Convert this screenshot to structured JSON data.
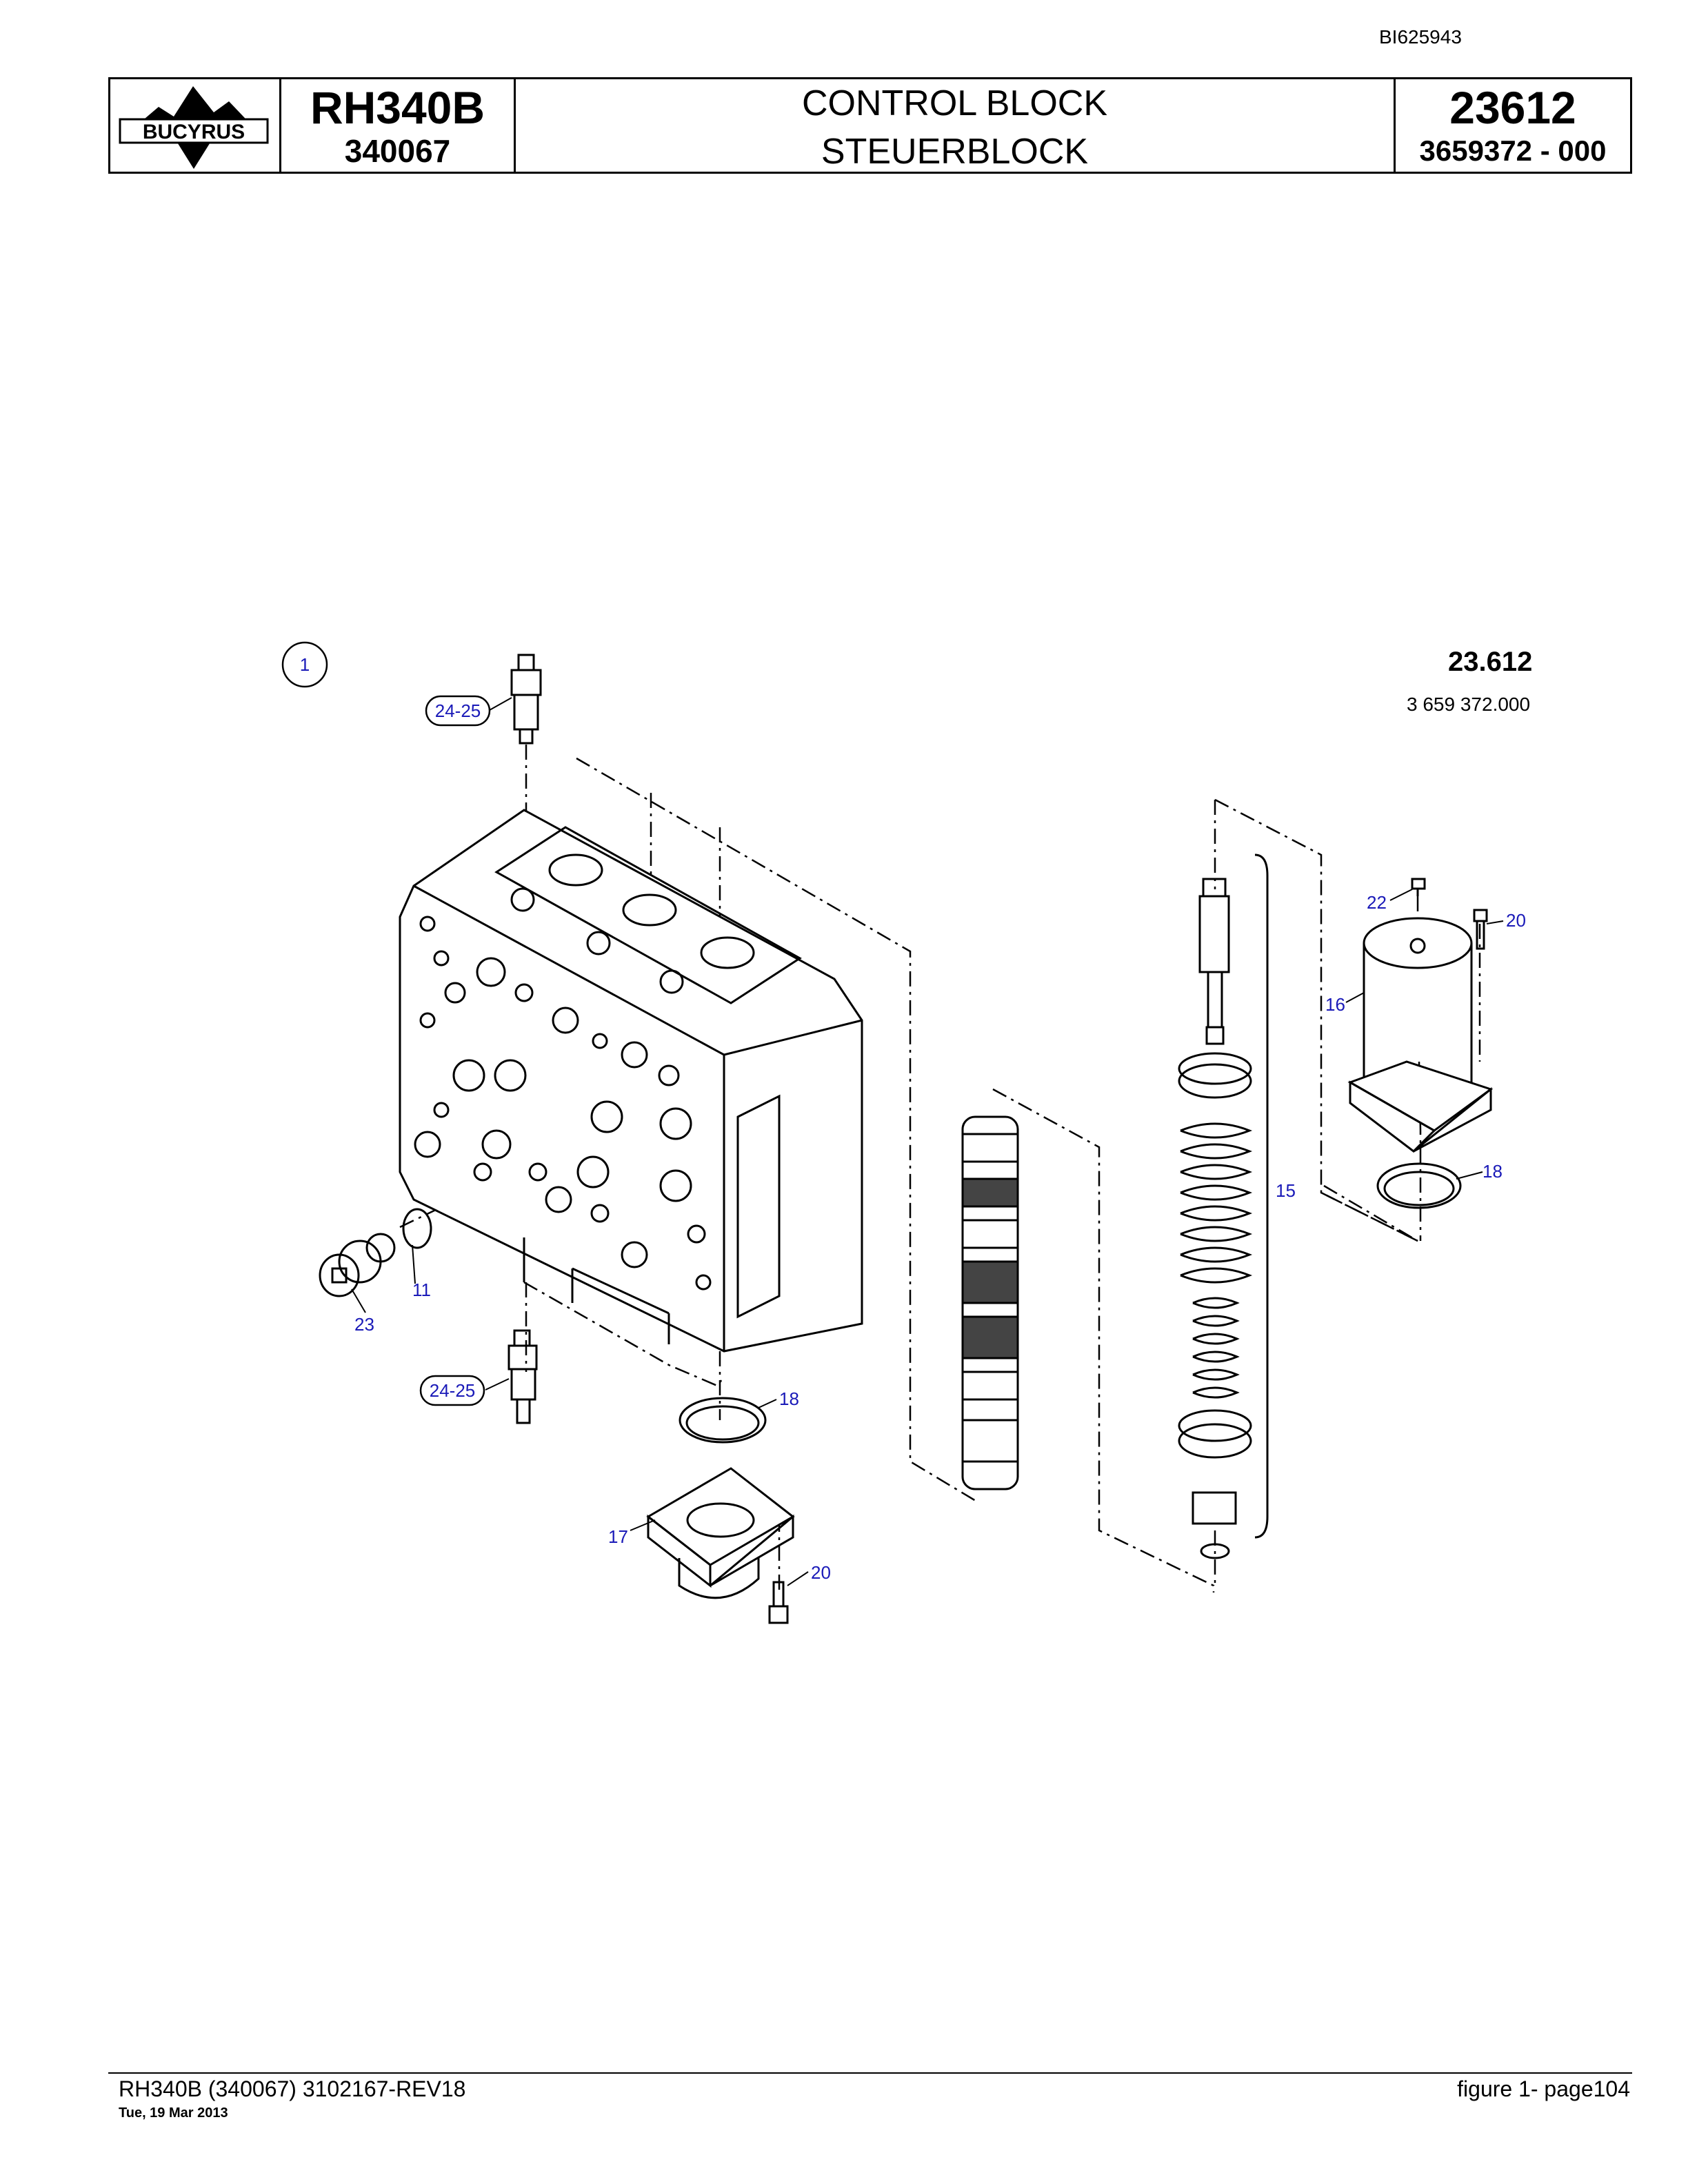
{
  "doc_id": "BI625943",
  "header": {
    "logo_text": "BUCYRUS",
    "model": "RH340B",
    "serial": "340067",
    "title_en": "CONTROL BLOCK",
    "title_de": "STEUERBLOCK",
    "group_number": "23612",
    "part_number": "3659372  - 000"
  },
  "figure": {
    "number": "23.612",
    "part_code": "3 659 372.000",
    "callouts": [
      {
        "id": "c1",
        "label": "1"
      },
      {
        "id": "c24-25-top",
        "label": "24-25"
      },
      {
        "id": "c24-25-bottom",
        "label": "24-25"
      },
      {
        "id": "c22",
        "label": "22"
      },
      {
        "id": "c20-top",
        "label": "20"
      },
      {
        "id": "c16",
        "label": "16"
      },
      {
        "id": "c15",
        "label": "15"
      },
      {
        "id": "c18-right",
        "label": "18"
      },
      {
        "id": "c11",
        "label": "11"
      },
      {
        "id": "c23",
        "label": "23"
      },
      {
        "id": "c18-bottom",
        "label": "18"
      },
      {
        "id": "c17",
        "label": "17"
      },
      {
        "id": "c20-bottom",
        "label": "20"
      }
    ]
  },
  "footer": {
    "left": "RH340B (340067) 3102167-REV18",
    "date": "Tue, 19 Mar 2013",
    "right": "figure  1- page104"
  }
}
